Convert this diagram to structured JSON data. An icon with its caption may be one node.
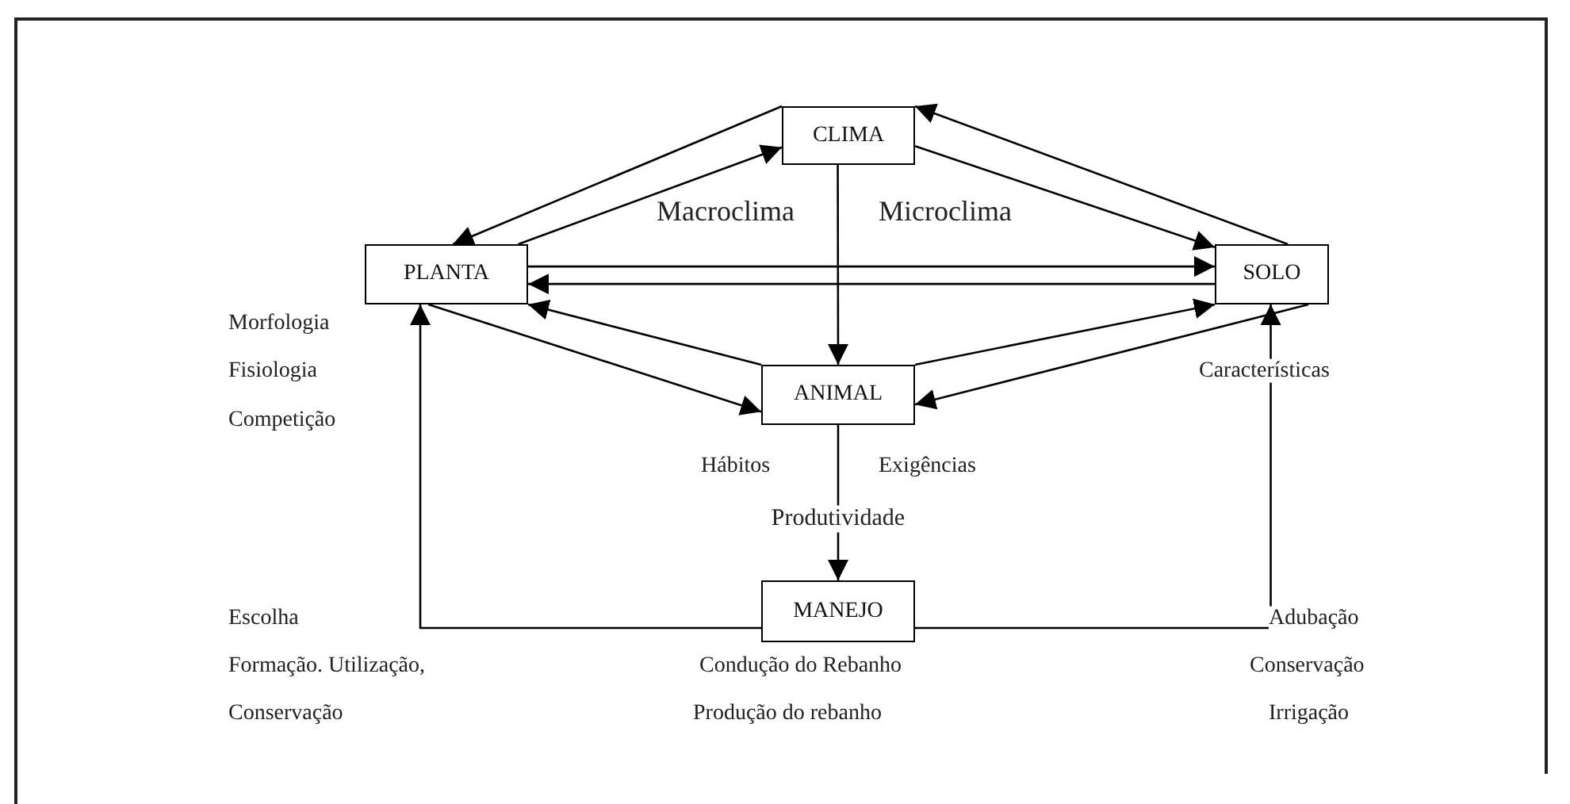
{
  "diagram": {
    "nodes": [
      {
        "text": [
          "CLIMA"
        ]
      },
      {
        "text": [
          "PLANTA"
        ]
      },
      {
        "text": [
          "SOLO"
        ]
      },
      {
        "text": [
          "ANIMAL"
        ]
      },
      {
        "text": [
          "MANEJO"
        ]
      }
    ],
    "edges": [
      {
        "from": 0,
        "to": 1,
        "arrow": "to"
      },
      {
        "from": 1,
        "to": 0,
        "arrow": "to"
      },
      {
        "from": 0,
        "to": 2,
        "arrow": "to"
      },
      {
        "from": 2,
        "to": 0,
        "arrow": "to"
      },
      {
        "from": 1,
        "to": 2,
        "arrow": "to"
      },
      {
        "from": 2,
        "to": 1,
        "arrow": "to"
      },
      {
        "from": 0,
        "to": 3,
        "arrow": "to"
      },
      {
        "from": 1,
        "to": 3,
        "arrow": "to"
      },
      {
        "from": 3,
        "to": 1,
        "arrow": "to"
      },
      {
        "from": 3,
        "to": 2,
        "arrow": "to"
      },
      {
        "from": 2,
        "to": 3,
        "arrow": "to"
      },
      {
        "from": 3,
        "to": 4,
        "arrow": "to",
        "label": "Produtividade"
      },
      {
        "from": 4,
        "to": 1,
        "arrow": "to"
      },
      {
        "from": 4,
        "to": 2,
        "arrow": "to"
      }
    ],
    "labels": [
      "Macroclima",
      "Microclima",
      "Morfologia",
      "Fisiologia",
      "Competição",
      "Características",
      "Hábitos",
      "Exigências",
      "Escolha",
      "Adubação",
      "Formação. Utilização,",
      "Condução do Rebanho",
      "Conservação",
      "Conservação",
      "Produção do rebanho",
      "Irrigação"
    ]
  }
}
